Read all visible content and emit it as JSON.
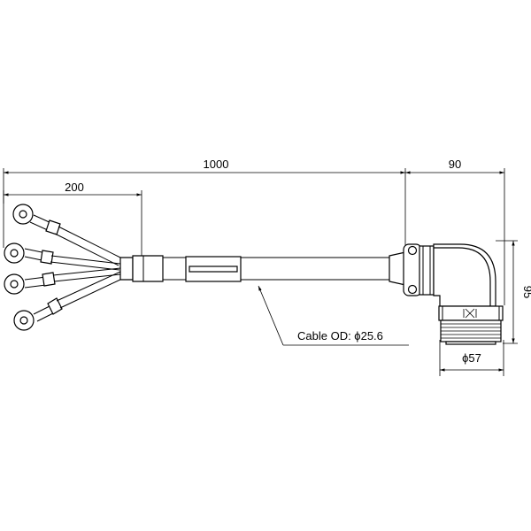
{
  "dimensions": {
    "overall_length": "1000",
    "lead_length": "200",
    "connector_length": "90",
    "connector_height": "95",
    "connector_diameter": "ϕ57"
  },
  "callout": {
    "cable_od": "Cable OD: ϕ25.6"
  }
}
